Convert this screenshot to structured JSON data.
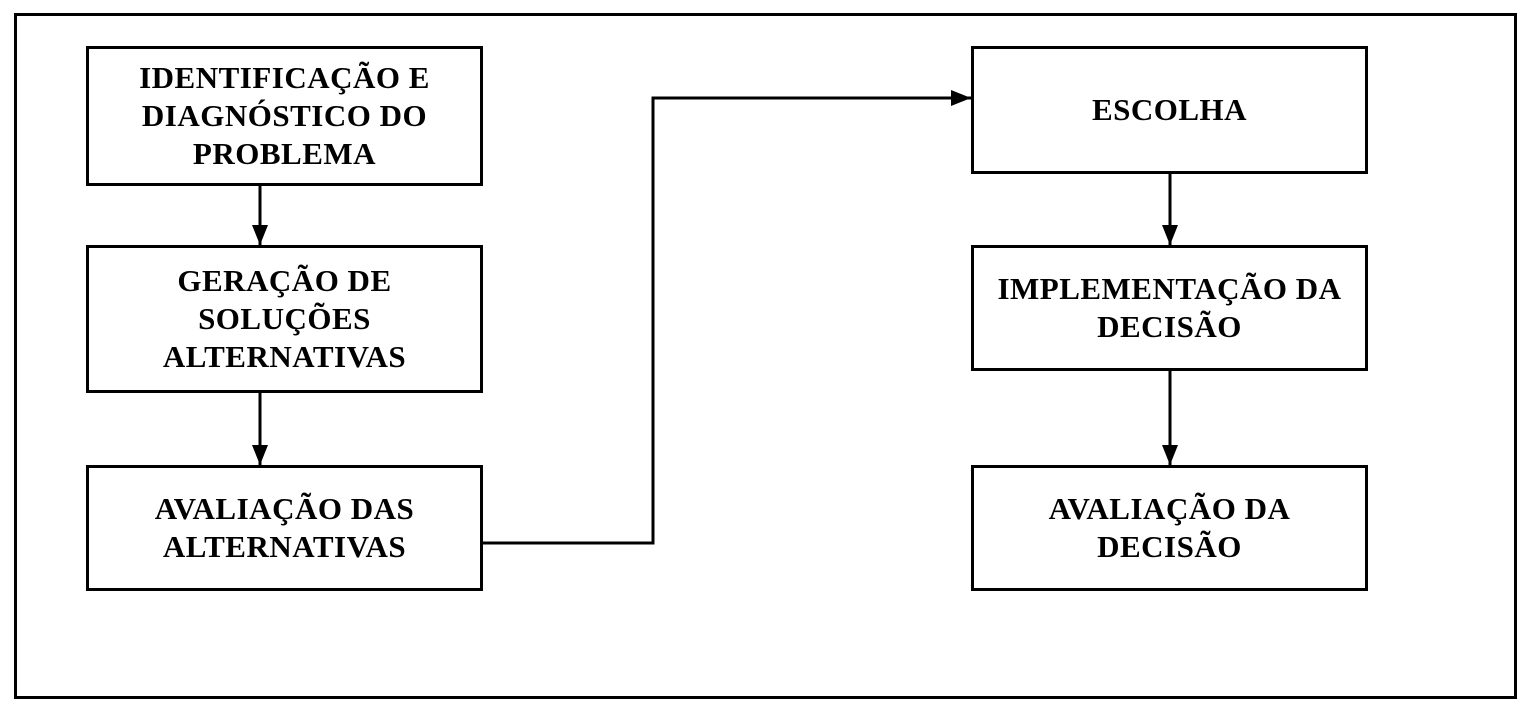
{
  "diagram": {
    "boxes": [
      {
        "id": "identificacao",
        "label": "IDENTIFICAÇÃO E\nDIAGNÓSTICO DO\nPROBLEMA"
      },
      {
        "id": "geracao",
        "label": "GERAÇÃO DE\nSOLUÇÕES\nALTERNATIVAS"
      },
      {
        "id": "avaliacao-alternativas",
        "label": "AVALIAÇÃO DAS\nALTERNATIVAS"
      },
      {
        "id": "escolha",
        "label": "ESCOLHA"
      },
      {
        "id": "implementacao",
        "label": "IMPLEMENTAÇÃO DA\nDECISÃO"
      },
      {
        "id": "avaliacao-decisao",
        "label": "AVALIAÇÃO DA\nDECISÃO"
      }
    ],
    "connections": [
      {
        "from": "identificacao",
        "to": "geracao"
      },
      {
        "from": "geracao",
        "to": "avaliacao-alternativas"
      },
      {
        "from": "avaliacao-alternativas",
        "to": "escolha"
      },
      {
        "from": "escolha",
        "to": "implementacao"
      },
      {
        "from": "implementacao",
        "to": "avaliacao-decisao"
      }
    ]
  }
}
